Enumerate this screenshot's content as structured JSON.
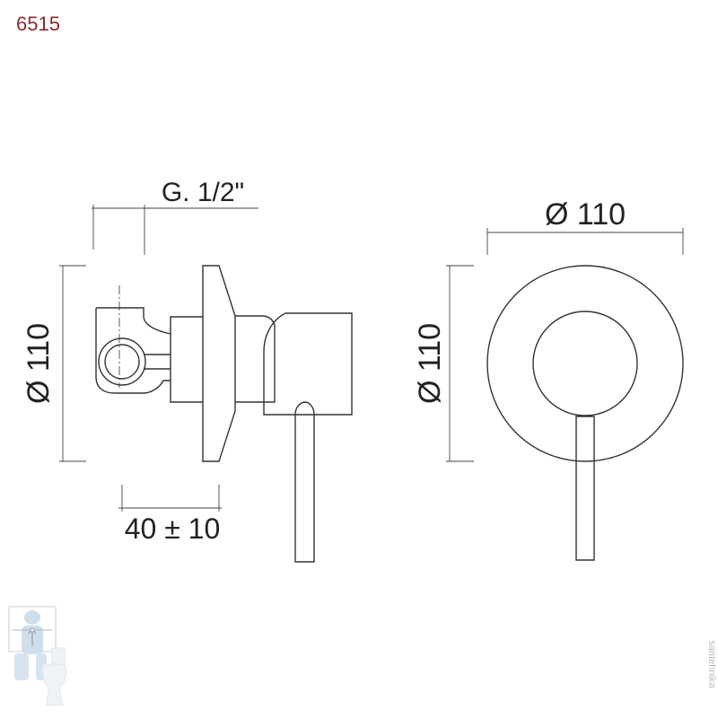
{
  "product_code": "6515",
  "colors": {
    "code_text": "#8b2a2a",
    "line": "#333333",
    "dimension_line": "#444444",
    "text": "#222222"
  },
  "side_view": {
    "thread_label": "G. 1/2\"",
    "height_label": "Ø 110",
    "depth_label": "40 ± 10"
  },
  "front_view": {
    "width_label": "Ø 110",
    "height_label": "Ø 110"
  },
  "watermark": {
    "text": "santehnika",
    "icon": "plumber-mascot-icon"
  }
}
